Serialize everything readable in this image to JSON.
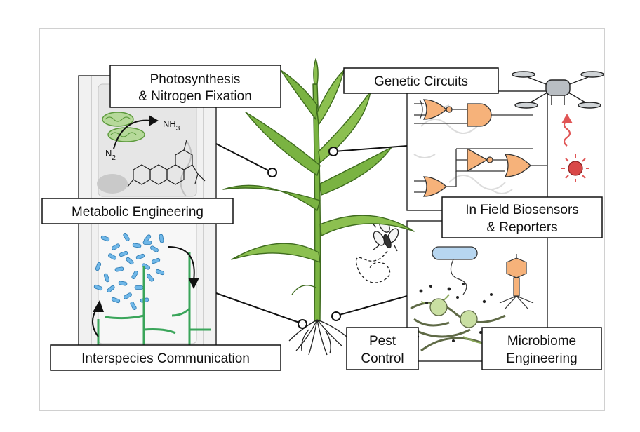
{
  "labels": {
    "photosynthesis_line1": "Photosynthesis",
    "photosynthesis_line2": "& Nitrogen Fixation",
    "genetic_circuits": "Genetic Circuits",
    "metabolic_engineering": "Metabolic Engineering",
    "biosensors_line1": "In Field Biosensors",
    "biosensors_line2": "& Reporters",
    "pest_line1": "Pest",
    "pest_line2": "Control",
    "microbiome_line1": "Microbiome",
    "microbiome_line2": "Engineering",
    "interspecies_communication": "Interspecies Communication",
    "nh3_main": "NH",
    "nh3_sub": "3",
    "n2_main": "N",
    "n2_sub": "2"
  },
  "colors": {
    "plant_green": "#7ab342",
    "plant_dark": "#3e6b1e",
    "gate_orange": "#f6b27a",
    "bacteria_blue": "#6fb7e8",
    "root_green": "#3aa55a",
    "signal_red": "#e05555",
    "microbe_green": "#c9dfa2"
  },
  "icons": [
    "corn-plant-icon",
    "drone-icon",
    "fly-icon",
    "red-light-icon",
    "phage-icon",
    "bacterium-icon",
    "chloroplast-icon",
    "logic-gate-icon"
  ]
}
